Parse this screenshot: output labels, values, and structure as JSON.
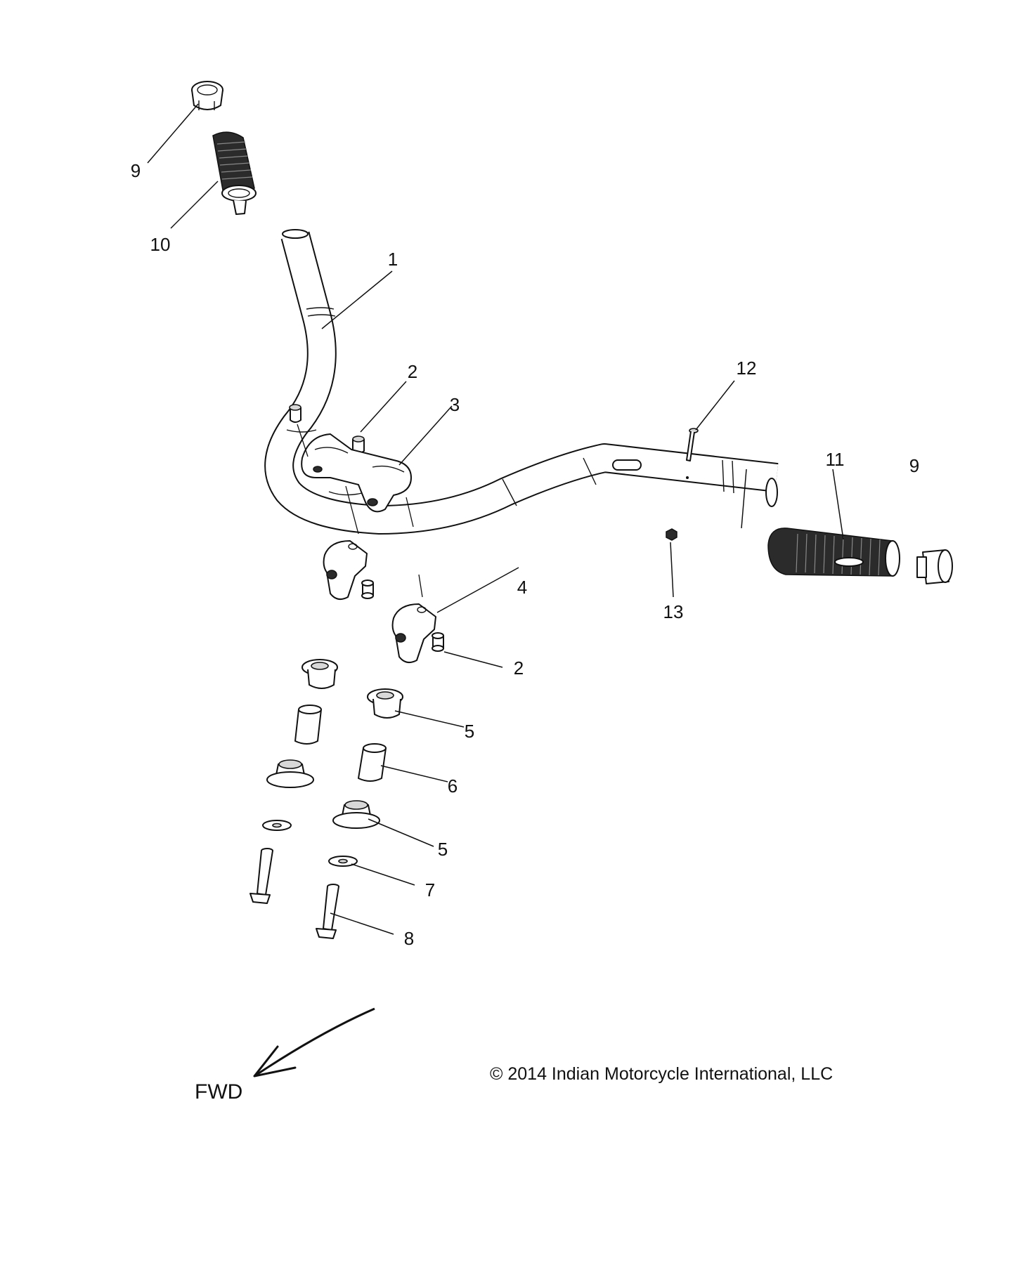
{
  "diagram": {
    "callouts": [
      "1",
      "2",
      "3",
      "4",
      "5",
      "6",
      "7",
      "8",
      "9",
      "10",
      "11",
      "12",
      "13"
    ],
    "direction_label": "FWD",
    "copyright_text": "© 2014 Indian Motorcycle International, LLC"
  }
}
